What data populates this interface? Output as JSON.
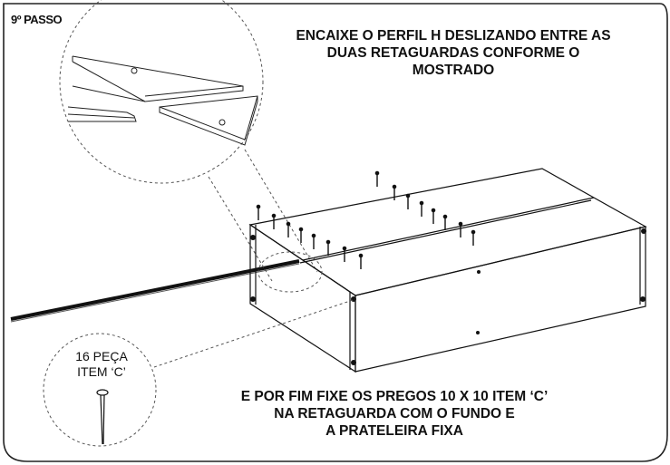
{
  "step": {
    "label": "9º PASSO"
  },
  "top_instruction": {
    "line1": "ENCAIXE O PERFIL H DESLIZANDO ENTRE AS",
    "line2": "DUAS RETAGUARDAS CONFORME O",
    "line3": "MOSTRADO"
  },
  "bottom_instruction": {
    "line1": "E POR FIM FIXE OS PREGOS 10 X 10 ITEM ‘C’",
    "line2": "NA RETAGUARDA COM O FUNDO E",
    "line3": "A PRATELEIRA FIXA"
  },
  "callout": {
    "line1": "16 PEÇA",
    "line2": "ITEM ‘C’"
  },
  "colors": {
    "ink": "#111111",
    "background": "#ffffff"
  }
}
